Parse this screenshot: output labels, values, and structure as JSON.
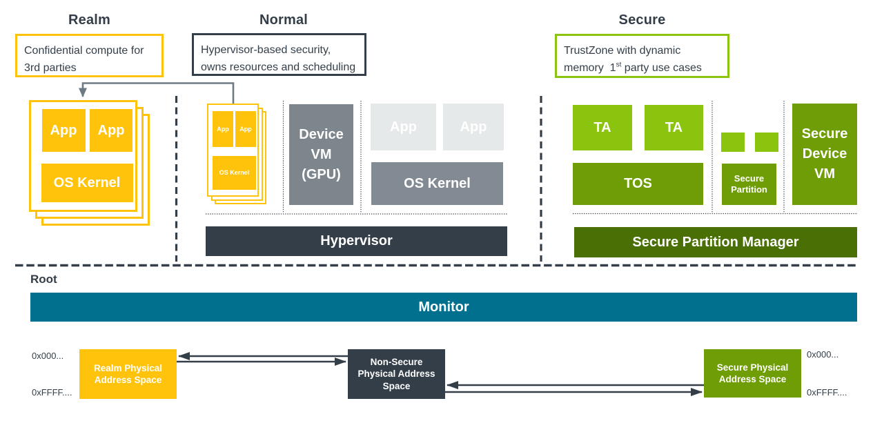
{
  "colors": {
    "navy": "#333e48",
    "yellow": "#ffc30b",
    "lightgreen": "#8bc40e",
    "midgreen": "#6f9d05",
    "darkgreen": "#4a7005",
    "teal": "#016f8e",
    "devgray": "#7d858d",
    "kernelgray": "#828a93",
    "applight": "#e5e9e9",
    "linegray": "#6e7a82"
  },
  "worlds": {
    "realm": {
      "title": "Realm",
      "note": "Confidential compute for\n3rd parties",
      "vm": {
        "app_left": "App",
        "app_right": "App",
        "kernel": "OS Kernel"
      }
    },
    "normal": {
      "title": "Normal",
      "note": "Hypervisor-based security,\nowns resources and scheduling",
      "vm": {
        "app_left": "App",
        "app_right": "App",
        "kernel": "OS Kernel"
      },
      "device_vm": "Device\nVM\n(GPU)",
      "app_left": "App",
      "app_right": "App",
      "os_kernel": "OS Kernel",
      "hypervisor": "Hypervisor"
    },
    "secure": {
      "title": "Secure",
      "note_line1": "TrustZone with dynamic",
      "note_line2_pre": "memory  1",
      "note_line2_sup": "st",
      "note_line2_post": " party use cases",
      "ta_left": "TA",
      "ta_right": "TA",
      "tos": "TOS",
      "secure_partition": "Secure\nPartition",
      "secure_device_vm": "Secure\nDevice\nVM",
      "spm": "Secure Partition Manager"
    }
  },
  "root": {
    "label": "Root",
    "monitor": "Monitor"
  },
  "address_spaces": {
    "realm": "Realm Physical\nAddress Space",
    "non_secure": "Non-Secure\nPhysical Address\nSpace",
    "secure": "Secure Physical\nAddress Space",
    "left_top": "0x000...",
    "left_bottom": "0xFFFF....",
    "right_top": "0x000...",
    "right_bottom": "0xFFFF...."
  }
}
